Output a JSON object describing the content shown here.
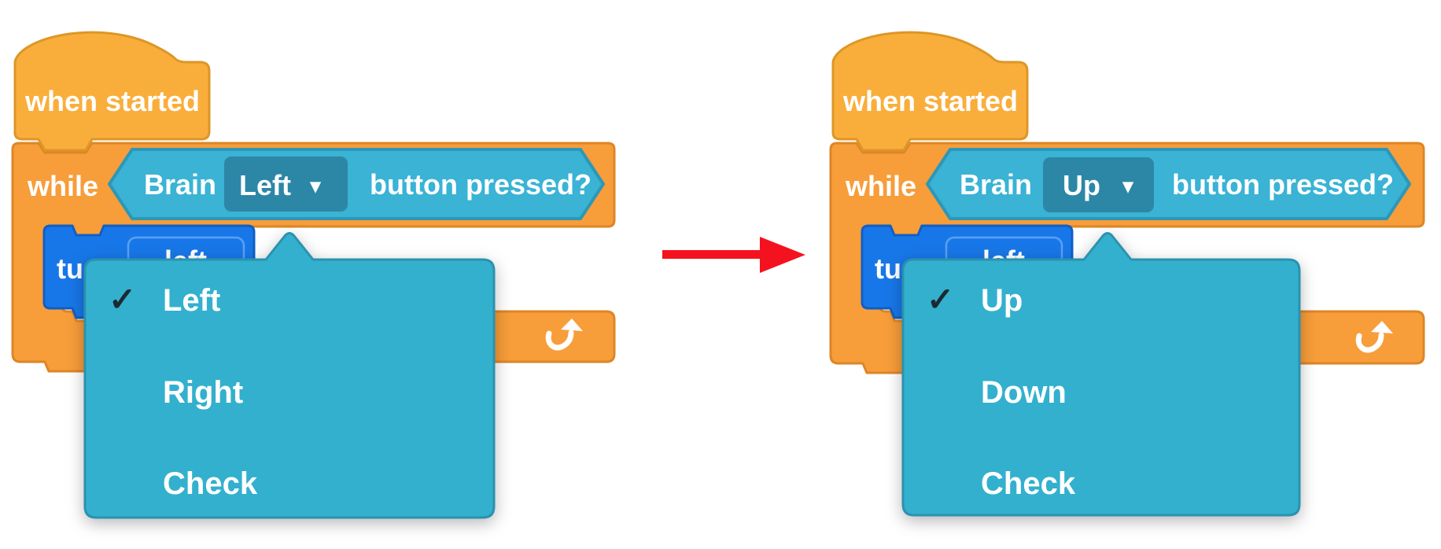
{
  "colors": {
    "background": "#FFFFFF",
    "hat-fill": "#F9AE3C",
    "hat-stroke": "#DD9726",
    "control-fill": "#F79D3A",
    "control-stroke": "#DD8627",
    "hex-fill": "#3AB3D5",
    "hex-stroke": "#2D97B8",
    "hex-field-fill": "#2C87A6",
    "drive-fill": "#1877E8",
    "drive-stroke": "#0F5FC5",
    "drive-field-stroke": "#5CA0F2",
    "popup-fill": "#33B0CE",
    "popup-stroke": "#2A92B0",
    "check-color": "#1B2A31",
    "block-text-color": "#FFFFFF",
    "arrow-color": "#F5121F"
  },
  "icons": {
    "check": "✓",
    "caret-down": "▾"
  },
  "panels": [
    {
      "id": "before",
      "hat_label": "when started",
      "while_label": "while",
      "condition": {
        "device_label": "Brain",
        "selected": "Left",
        "suffix_label": "button pressed?"
      },
      "turn_block": {
        "label": "turn",
        "field_value": "left"
      },
      "dropdown": {
        "options": [
          {
            "label": "Left",
            "checked": true
          },
          {
            "label": "Right",
            "checked": false
          },
          {
            "label": "Check",
            "checked": false
          }
        ]
      }
    },
    {
      "id": "after",
      "hat_label": "when started",
      "while_label": "while",
      "condition": {
        "device_label": "Brain",
        "selected": "Up",
        "suffix_label": "button pressed?"
      },
      "turn_block": {
        "label": "turn",
        "field_value": "left"
      },
      "dropdown": {
        "options": [
          {
            "label": "Up",
            "checked": true
          },
          {
            "label": "Down",
            "checked": false
          },
          {
            "label": "Check",
            "checked": false
          }
        ]
      }
    }
  ]
}
